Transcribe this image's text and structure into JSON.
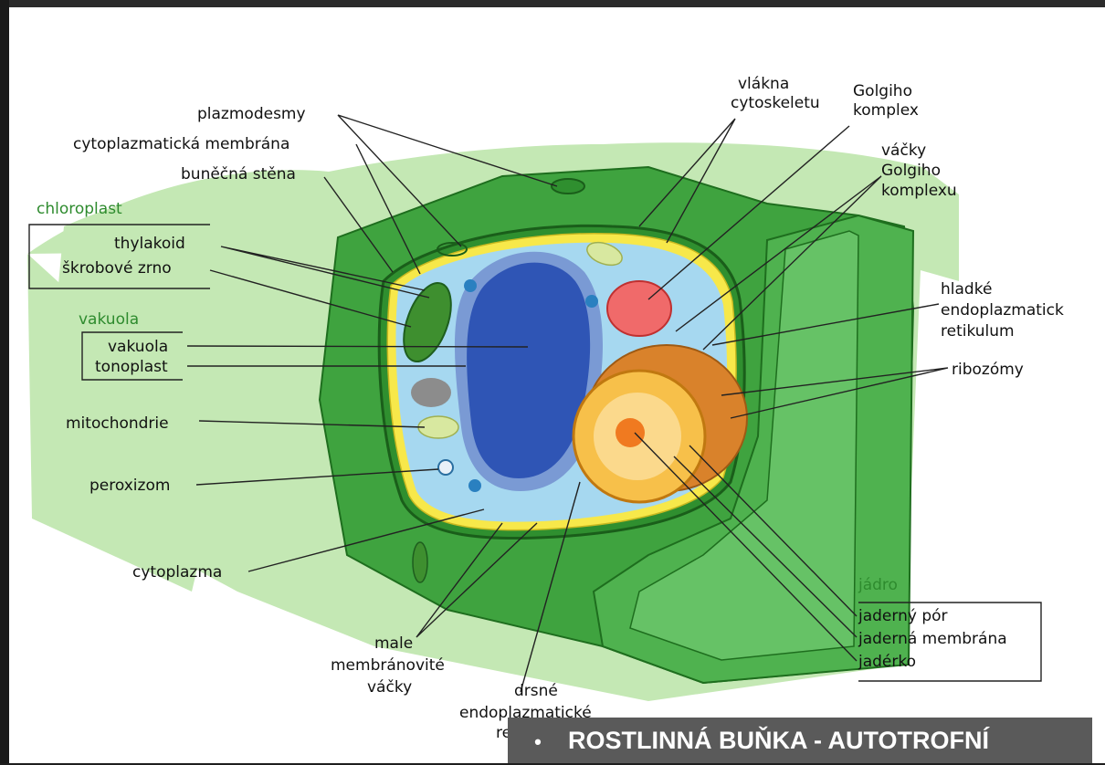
{
  "caption": {
    "bullet": "•",
    "text": "ROSTLINNÁ BUŇKA - AUTOTROFNÍ"
  },
  "labels": {
    "plazmodesmy": "plazmodesmy",
    "cytoplazmaticka_membrana": "cytoplazmatická membrána",
    "bunecna_stena": "buněčná stěna",
    "chloroplast_group": "chloroplast",
    "thylakoid": "thylakoid",
    "skrobove_zrno": "škrobové zrno",
    "vakuola_group": "vakuola",
    "vakuola": "vakuola",
    "tonoplast": "tonoplast",
    "mitochondrie": "mitochondrie",
    "peroxizom": "peroxizom",
    "cytoplazma": "cytoplazma",
    "male_1": "male",
    "male_2": "membránovité",
    "male_3": "váčky",
    "drsne_1": "drsné",
    "drsne_2": "endoplazmatické",
    "drsne_3": "retikulum",
    "vlakna_1": "vlákna",
    "vlakna_2": "cytoskeletu",
    "golgi_1": "Golgiho",
    "golgi_2": "komplex",
    "vacky_1": "váčky",
    "vacky_2": "Golgiho",
    "vacky_3": "komplexu",
    "hladke_1": "hladké",
    "hladke_2": "endoplazmatick",
    "hladke_3": "retikulum",
    "ribozomy": "ribozómy",
    "jadro_group": "jádro",
    "jaderny_por": "jaderný pór",
    "jaderna_membrana": "jaderná membrána",
    "jaderko": "jadérko"
  },
  "colors": {
    "group_label": "#2e8b2e",
    "cell_wall": "#3fa33f",
    "cell_wall_light": "#b8e2a6",
    "cytoplasm": "#a6d8f0",
    "vacuole": "#2f55b5",
    "nucleus": "#f4a43a",
    "caption_bg": "#5a5a5a"
  }
}
